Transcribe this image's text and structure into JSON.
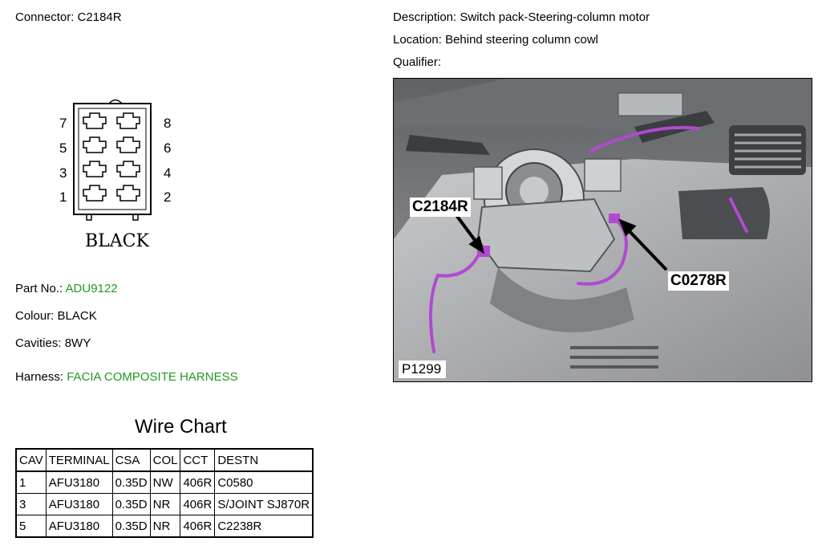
{
  "connector": {
    "label": "Connector:",
    "value": "C2184R"
  },
  "description": {
    "label": "Description:",
    "value": "Switch pack-Steering-column motor"
  },
  "location": {
    "label": "Location:",
    "value": "Behind steering column cowl"
  },
  "qualifier": {
    "label": "Qualifier:",
    "value": ""
  },
  "pinout": {
    "pins": [
      "7",
      "8",
      "5",
      "6",
      "3",
      "4",
      "1",
      "2"
    ],
    "colour_text": "BLACK"
  },
  "part": {
    "label": "Part No.:",
    "value": "ADU9122"
  },
  "colour": {
    "label": "Colour:",
    "value": "BLACK"
  },
  "cavities": {
    "label": "Cavities:",
    "value": "8WY"
  },
  "harness": {
    "label": "Harness:",
    "value": "FACIA COMPOSITE HARNESS"
  },
  "wire_chart": {
    "title": "Wire Chart",
    "headers": [
      "CAV",
      "TERMINAL",
      "CSA",
      "COL",
      "CCT",
      "DESTN"
    ],
    "rows": [
      [
        "1",
        "AFU3180",
        "0.35D",
        "NW",
        "406R",
        "C0580"
      ],
      [
        "3",
        "AFU3180",
        "0.35D",
        "NR",
        "406R",
        "S/JOINT SJ870R"
      ],
      [
        "5",
        "AFU3180",
        "0.35D",
        "NR",
        "406R",
        "C2238R"
      ]
    ]
  },
  "photo": {
    "callout_left": "C2184R",
    "callout_right": "C0278R",
    "reference": "P1299",
    "colors": {
      "harness": "#b04ad0",
      "panel": "#8d8f92"
    }
  }
}
